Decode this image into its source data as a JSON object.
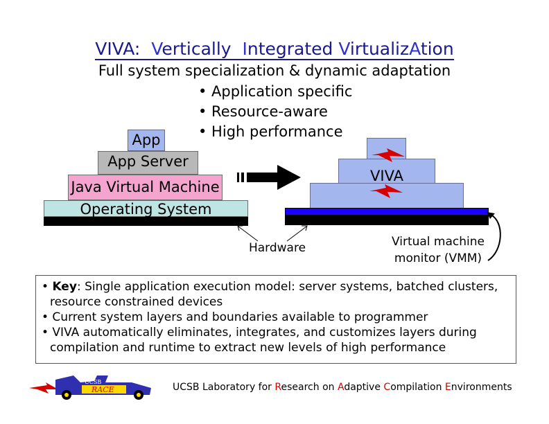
{
  "title": {
    "segments": [
      {
        "text": "VIVA:  ",
        "highlight": false
      },
      {
        "text": "V",
        "highlight": true
      },
      {
        "text": "ertically  ",
        "highlight": false
      },
      {
        "text": "I",
        "highlight": true
      },
      {
        "text": "ntegrated ",
        "highlight": false
      },
      {
        "text": "V",
        "highlight": true
      },
      {
        "text": "irtualiz",
        "highlight": false
      },
      {
        "text": "A",
        "highlight": true
      },
      {
        "text": "tion",
        "highlight": false
      }
    ]
  },
  "subtitle": "Full system specialization & dynamic adaptation",
  "bullets": [
    "• Application specific",
    "• Resource-aware",
    "• High performance"
  ],
  "stack": {
    "app": "App",
    "app_server": "App Server",
    "jvm": "Java Virtual Machine",
    "os": "Operating System"
  },
  "viva_label": "VIVA",
  "hardware_label": "Hardware",
  "vmm_label_line1": "Virtual machine",
  "vmm_label_line2": "monitor (VMM)",
  "key": {
    "item1_bold": "Key",
    "item1_rest": ": Single application execution model: server systems, batched clusters,",
    "item1_cont": "resource constrained devices",
    "item2": "• Current system layers and boundaries available to programmer",
    "item3": "• VIVA automatically eliminates, integrates, and customizes layers during",
    "item3_cont": "compilation and runtime to extract new levels of high performance"
  },
  "footer": {
    "logo_text": "RACE",
    "logo_small": "UCSB",
    "segments": [
      {
        "text": "UCSB Laboratory for ",
        "red": false
      },
      {
        "text": "R",
        "red": true
      },
      {
        "text": "esearch on ",
        "red": false
      },
      {
        "text": "A",
        "red": true
      },
      {
        "text": "daptive ",
        "red": false
      },
      {
        "text": "C",
        "red": true
      },
      {
        "text": "ompilation ",
        "red": false
      },
      {
        "text": "E",
        "red": true
      },
      {
        "text": "nvironments",
        "red": false
      }
    ]
  },
  "colors": {
    "title_blue": "#1a1a8c",
    "highlight_blue": "#2f2fd6",
    "app_blue": "#a4b6ee",
    "server_gray": "#b8b8b8",
    "jvm_pink": "#f5a3cf",
    "os_cyan": "#bfe4e4",
    "vmm_blue": "#1a00ff",
    "accent_red": "#d60000"
  },
  "icons": [
    "double-arrow-icon",
    "lightning-bolt-icon",
    "curved-arrow-icon",
    "race-car-logo"
  ]
}
